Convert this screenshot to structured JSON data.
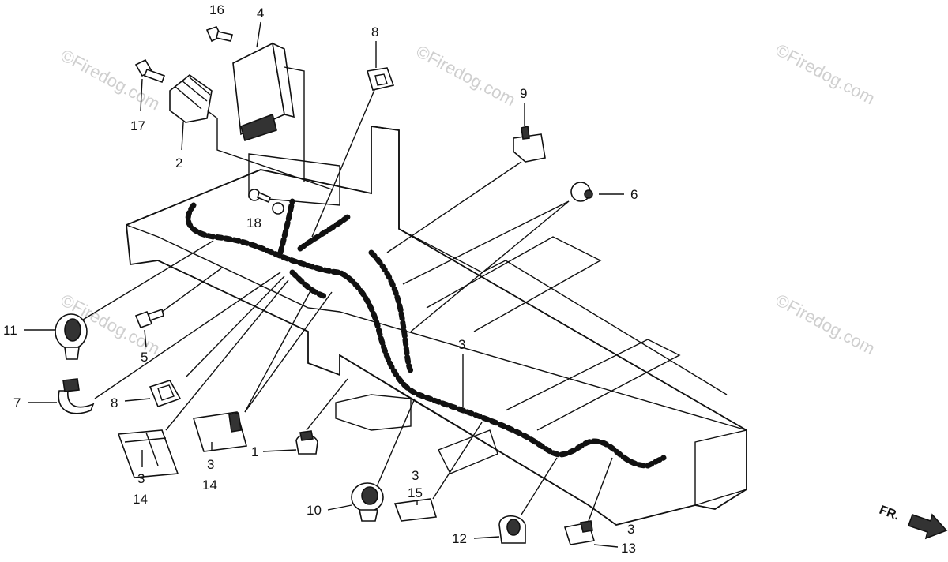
{
  "watermark": "©Firedog.com",
  "direction_label": "FR.",
  "callouts": [
    {
      "id": "c16",
      "text": "16"
    },
    {
      "id": "c4",
      "text": "4"
    },
    {
      "id": "c8a",
      "text": "8"
    },
    {
      "id": "c17",
      "text": "17"
    },
    {
      "id": "c2",
      "text": "2"
    },
    {
      "id": "c9",
      "text": "9"
    },
    {
      "id": "c6",
      "text": "6"
    },
    {
      "id": "c18",
      "text": "18"
    },
    {
      "id": "c11",
      "text": "11"
    },
    {
      "id": "c5",
      "text": "5"
    },
    {
      "id": "c7",
      "text": "7"
    },
    {
      "id": "c8b",
      "text": "8"
    },
    {
      "id": "c3a",
      "text": "3"
    },
    {
      "id": "c1",
      "text": "1"
    },
    {
      "id": "c3b",
      "text": "3"
    },
    {
      "id": "c14a",
      "text": "14"
    },
    {
      "id": "c3c",
      "text": "3"
    },
    {
      "id": "c14b",
      "text": "14"
    },
    {
      "id": "c3d",
      "text": "3"
    },
    {
      "id": "c15",
      "text": "15"
    },
    {
      "id": "c10",
      "text": "10"
    },
    {
      "id": "c12",
      "text": "12"
    },
    {
      "id": "c3e",
      "text": "3"
    },
    {
      "id": "c13",
      "text": "13"
    }
  ]
}
